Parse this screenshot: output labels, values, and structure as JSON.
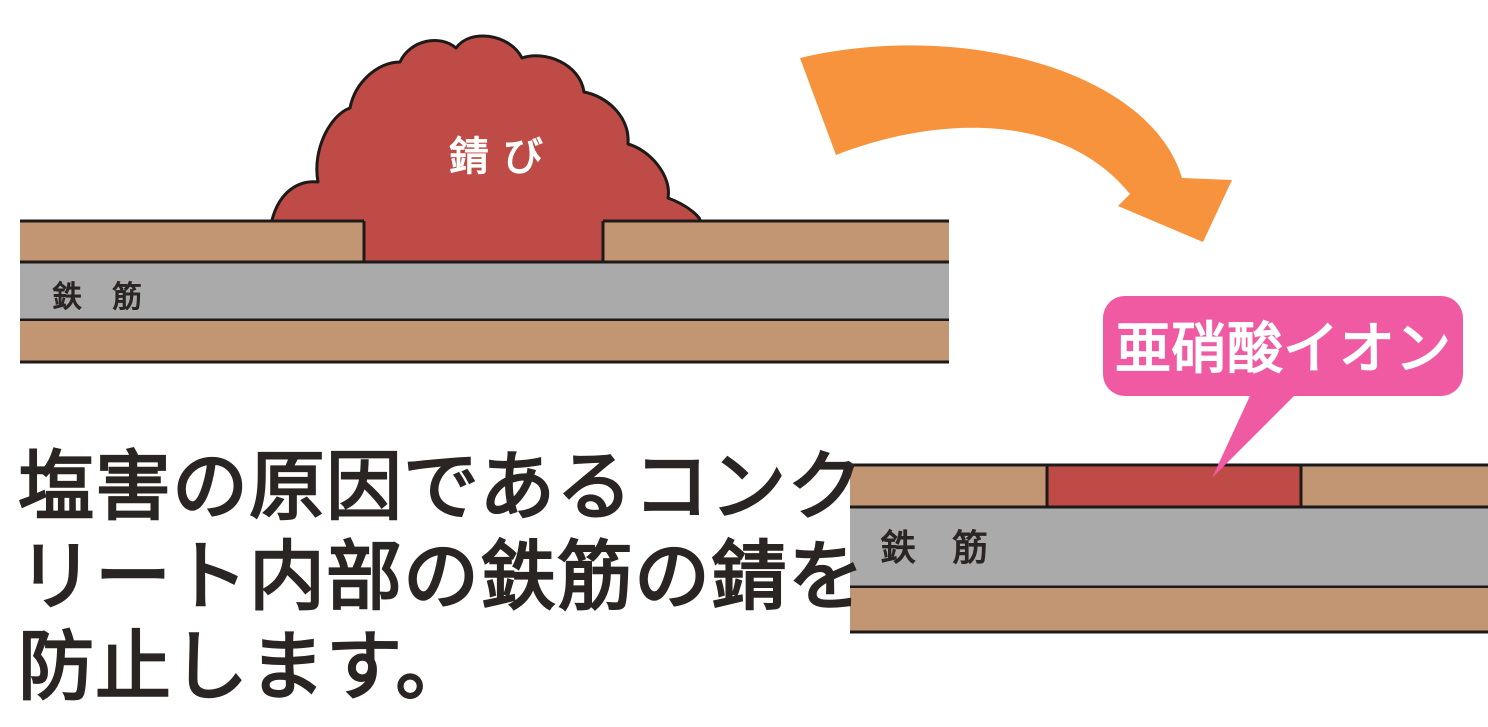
{
  "top_diagram": {
    "rust_label": "錆 び",
    "rebar_label": "鉄　筋"
  },
  "bottom_diagram": {
    "rebar_label": "鉄　筋",
    "callout_label": "亜硝酸イオン"
  },
  "headline": {
    "line1": "塩害の原因であるコンク",
    "line2": "リート内部の鉄筋の錆を",
    "line3": "防止します。"
  },
  "colors": {
    "concrete": "#c29672",
    "rebar": "#aaaaaa",
    "rust": "#be4b45",
    "arrow": "#f7923d",
    "callout": "#f05aa2",
    "outline": "#1e1a19",
    "headline_text": "#2a2523"
  }
}
